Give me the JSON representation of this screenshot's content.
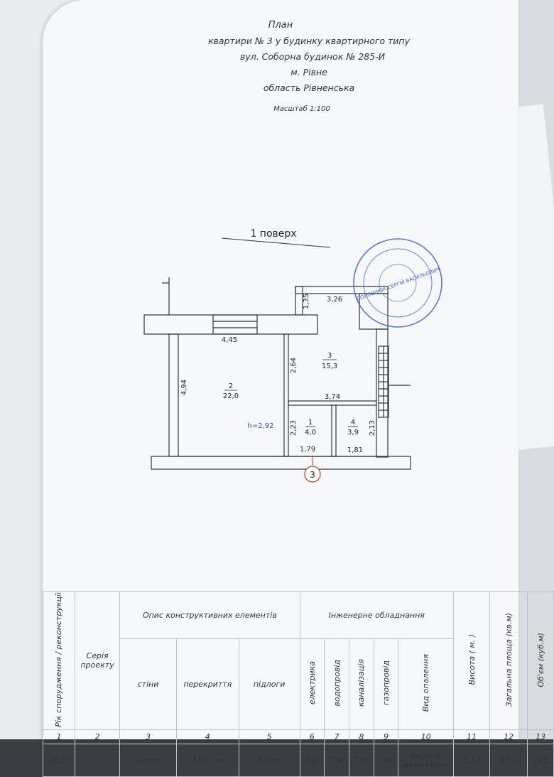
{
  "header": {
    "title": "План",
    "line1": "квартири № 3 у будинку квартирного типу",
    "line2": "вул. Соборна будинок № 285-И",
    "line3": "м. Рівне",
    "line4": "область Рівненська",
    "scale": "Масштаб 1:100"
  },
  "plan": {
    "floor_label": "1 поверх",
    "height_label": "h=2,92",
    "axis_marker": "3",
    "rooms": [
      {
        "number": "1",
        "area": "4,0"
      },
      {
        "number": "2",
        "area": "22,0"
      },
      {
        "number": "3",
        "area": "15,3"
      },
      {
        "number": "4",
        "area": "3,9"
      }
    ],
    "dims": {
      "d445": "4,45",
      "d494": "4,94",
      "d326": "3,26",
      "d135": "1,35",
      "d264": "2,64",
      "d374": "3,74",
      "d223": "2,23",
      "d213": "2,13",
      "d179": "1,79",
      "d181": "1,81"
    }
  },
  "table": {
    "col1_header": "Рік спорудження / реконструкції",
    "col2_header": "Серія проекту",
    "group1_header": "Опис конструктивних елементів",
    "group2_header": "Інженерне обладнання",
    "sub": {
      "walls": "стіни",
      "floors": "перекриття",
      "flooring": "підлоги",
      "electric": "електрика",
      "water": "водопровід",
      "sewer": "каналізація",
      "gas": "газопровід",
      "heating": "Вид опалення"
    },
    "height_header": "Висота ( м. )",
    "area_header": "Загальна площа (кв.м)",
    "volume_header": "Об'єм (куб.м)",
    "numbers": [
      "1",
      "2",
      "3",
      "4",
      "5",
      "6",
      "7",
      "8",
      "9",
      "10",
      "11",
      "12",
      "13"
    ],
    "values": {
      "year": "2023",
      "series": "",
      "walls": "Цегла",
      "floors": "З/бетон",
      "flooring": "Бетон",
      "electric": "Так",
      "water": "Так",
      "sewer": "Так",
      "gas": "Так",
      "heating": "Водяне автономне",
      "height": "3,14",
      "area": "45,2",
      "volume": "142"
    }
  },
  "stamp": {
    "center_text": "ПОЛОВНЮК СЕРГІЙ ВАСИЛЬОВИЧ"
  },
  "colors": {
    "stamp": "#3b63c8",
    "height_label": "#2f4fb0",
    "marker": "#c0392b"
  }
}
